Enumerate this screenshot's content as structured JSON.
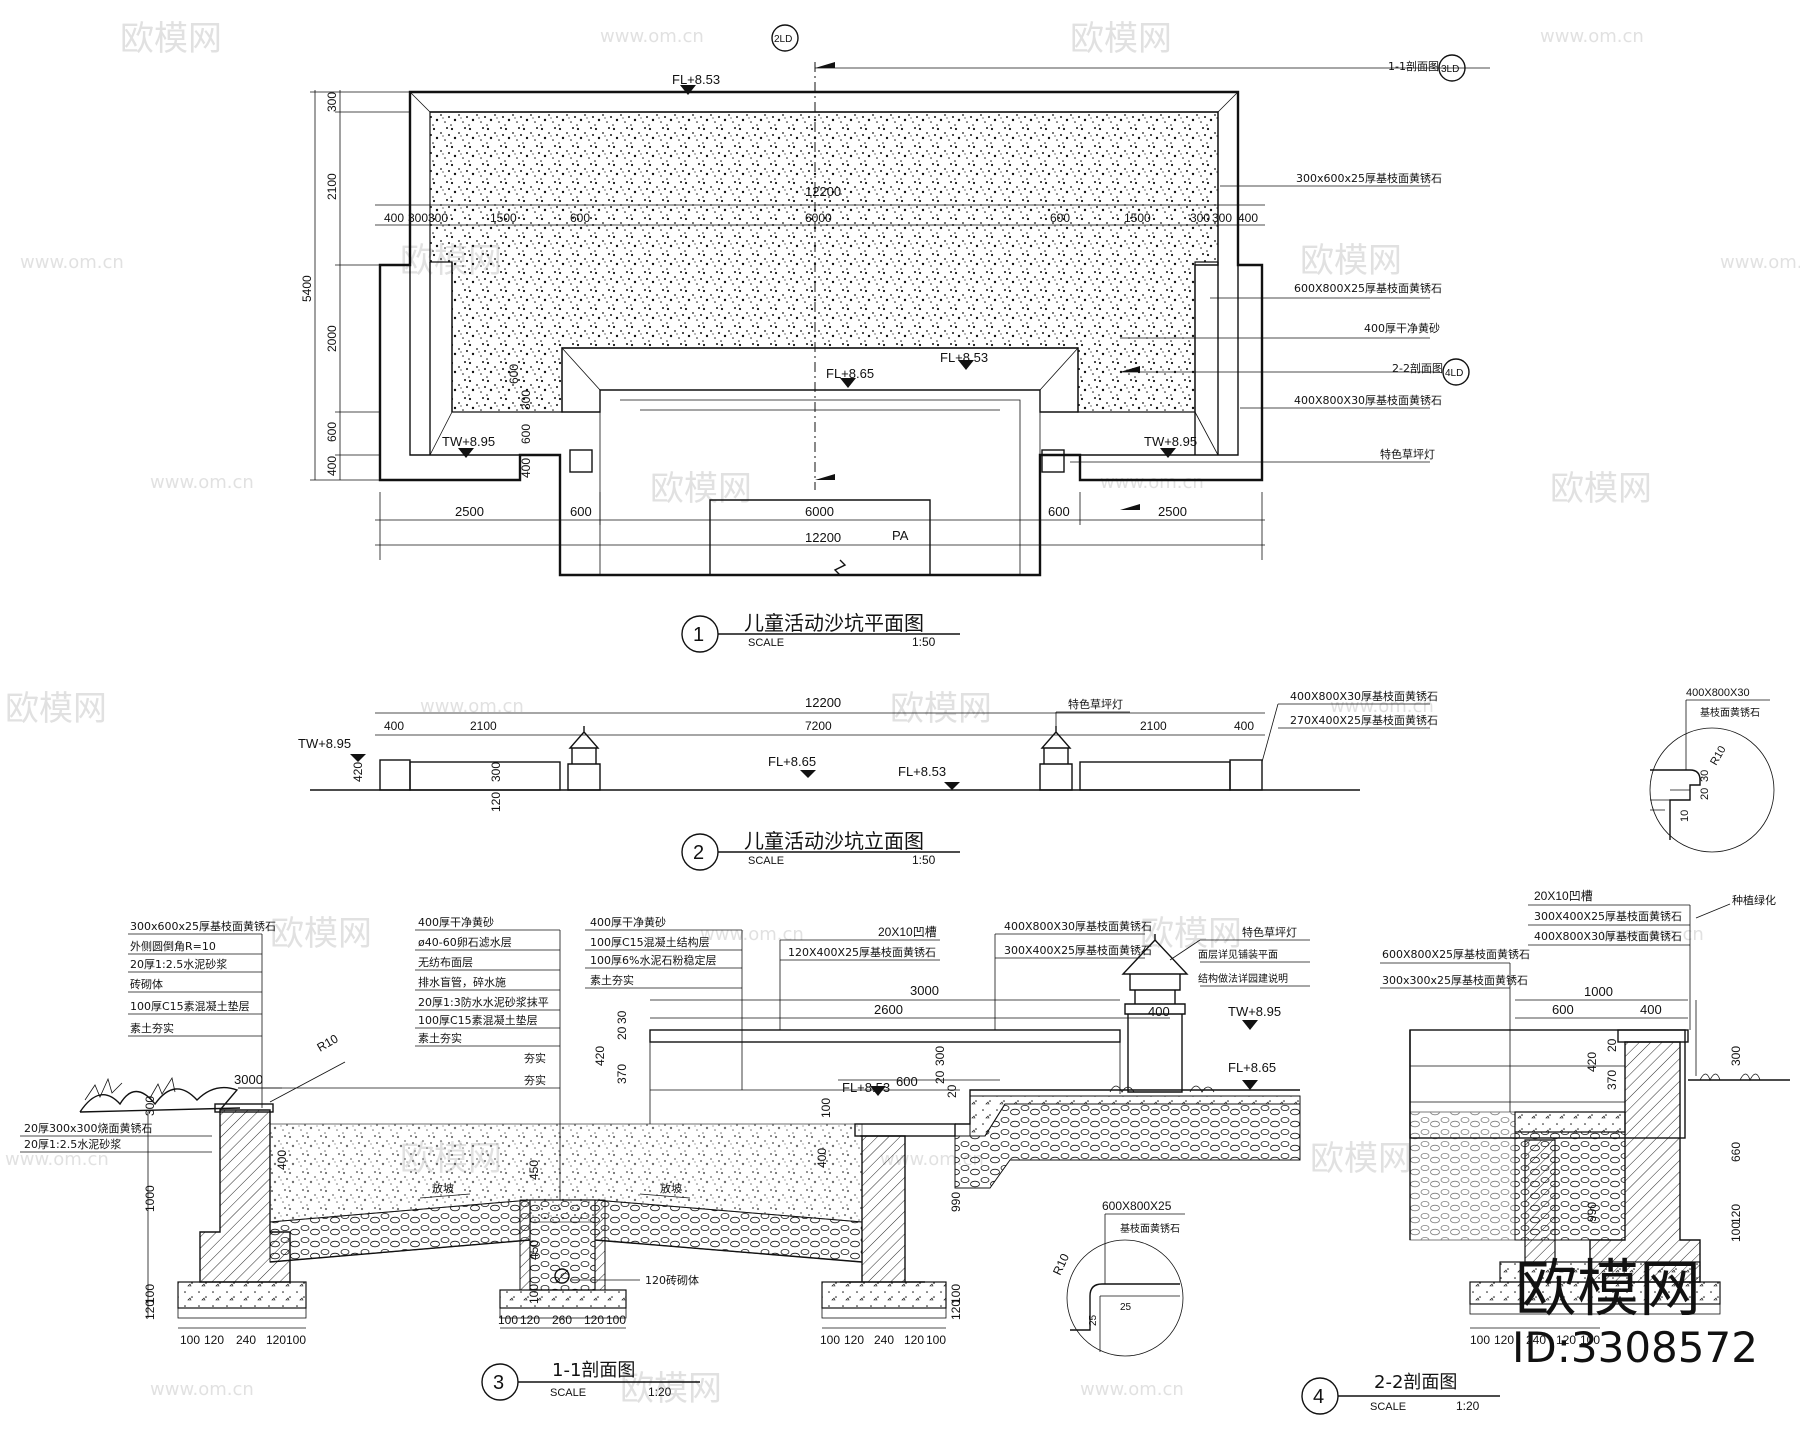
{
  "plan": {
    "num": "1",
    "title": "儿童活动沙坑平面图",
    "scale_label": "SCALE",
    "scale": "1:50",
    "section_11_label": "1-1剖面图",
    "section_22_label": "2-2剖面图",
    "callout_top": "2LD",
    "callout_right1": "3LD",
    "callout_right2": "4LD",
    "fl_top": "FL+8.53",
    "fl_mid1": "FL+8.65",
    "fl_mid2": "FL+8.53",
    "tw_left": "TW+8.95",
    "tw_right": "TW+8.95",
    "pa": "PA",
    "labels": [
      "300x600x25厚基枝面黄锈石",
      "600X800X25厚基枝面黄锈石",
      "400厚干净黄砂",
      "400X800X30厚基枝面黄锈石",
      "特色草坪灯"
    ],
    "dims_left": [
      "300",
      "2100",
      "2000",
      "600",
      "400",
      "5400"
    ],
    "dims_top_total": "12200",
    "dims_top": [
      "400",
      "300",
      "300",
      "1500",
      "600",
      "6000",
      "600",
      "1500",
      "300",
      "300",
      "400"
    ],
    "dims_bottom": [
      "2500",
      "600",
      "6000",
      "600",
      "2500"
    ],
    "dims_bottom_total": "12200",
    "dims_inner": [
      "600",
      "300",
      "600",
      "400"
    ]
  },
  "elevation": {
    "num": "2",
    "title": "儿童活动沙坑立面图",
    "scale_label": "SCALE",
    "scale": "1:50",
    "tw": "TW+8.95",
    "fl1": "FL+8.65",
    "fl2": "FL+8.53",
    "lamp": "特色草坪灯",
    "labels": [
      "400X800X30厚基枝面黄锈石",
      "270X400X25厚基枝面黄锈石"
    ],
    "dims_total": "12200",
    "dims": [
      "400",
      "2100",
      "7200",
      "2100",
      "400"
    ],
    "dims_left": [
      "420",
      "300",
      "120"
    ]
  },
  "section1": {
    "num": "3",
    "title": "1-1剖面图",
    "scale_label": "SCALE",
    "scale": "1:20",
    "left_labels": [
      "300x600x25厚基枝面黄锈石",
      "外侧圆倒角R=10",
      "20厚1:2.5水泥砂浆",
      "砖砌体",
      "100厚C15素混凝土垫层",
      "素土夯实"
    ],
    "left_bottom": [
      "20厚300x300烧面黄锈石",
      "20厚1:2.5水泥砂浆"
    ],
    "mid_labels": [
      "400厚干净黄砂",
      "ø40-60卵石滤水层",
      "无纺布面层",
      "排水盲管，碎水施",
      "20厚1:3防水水泥砂浆抹平",
      "100厚C15素混凝土垫层",
      "素土夯实"
    ],
    "tamp1": "夯实",
    "tamp2": "夯实",
    "mid2_labels": [
      "400厚干净黄砂",
      "100厚C15混凝土结构层",
      "100厚6%水泥石粉稳定层",
      "素土夯实"
    ],
    "right1_labels": [
      "20X10凹槽",
      "120X400X25厚基枝面黄锈石"
    ],
    "right2_labels": [
      "400X800X30厚基枝面黄锈石",
      "300X400X25厚基枝面黄锈石"
    ],
    "lamp_labels": [
      "特色草坪灯",
      "面层详见铺装平面",
      "结构做法详园建说明"
    ],
    "tw": "TW+8.95",
    "fl1": "FL+8.65",
    "fl2": "FL+8.53",
    "r10": "R10",
    "slope1": "放坡",
    "slope2": "放坡",
    "pipe": "120砖砌体",
    "dims_top": [
      "3000",
      "2600",
      "400",
      "600"
    ],
    "dims_v": [
      "300",
      "1000",
      "100",
      "120",
      "400",
      "450",
      "450",
      "100",
      "400",
      "990",
      "100",
      "120",
      "420",
      "370",
      "20",
      "30",
      "20",
      "300",
      "100",
      "20"
    ],
    "dims_base1": [
      "100",
      "120",
      "240",
      "120",
      "100"
    ],
    "dims_base2": [
      "100",
      "120",
      "260",
      "120",
      "100"
    ],
    "dims_base3": [
      "100",
      "120",
      "240",
      "120",
      "100"
    ]
  },
  "detail_r10": {
    "label1": "600X800X25",
    "label2": "基枝面黄锈石",
    "r": "R10",
    "d1": "25",
    "d2": "25"
  },
  "detail_top": {
    "label1": "400X800X30",
    "label2": "基枝面黄锈石",
    "r": "R10",
    "d1": "20",
    "d2": "30",
    "d3": "10"
  },
  "section2": {
    "num": "4",
    "title": "2-2剖面图",
    "scale_label": "SCALE",
    "scale": "1:20",
    "labels_right": [
      "20X10凹槽",
      "300X400X25厚基枝面黄锈石",
      "400X800X30厚基枝面黄锈石"
    ],
    "labels_left": [
      "600X800X25厚基枝面黄锈石",
      "300x300x25厚基枝面黄锈石"
    ],
    "green": "种植绿化",
    "dims_top": [
      "1000",
      "600",
      "400"
    ],
    "dims_v": [
      "420",
      "370",
      "20",
      "300",
      "660",
      "100",
      "120",
      "990"
    ],
    "dims_base": [
      "100",
      "120",
      "240",
      "120",
      "100"
    ]
  },
  "watermarks": {
    "brand": "欧模网",
    "url": "www.om.cn",
    "id": "ID:3308572"
  }
}
